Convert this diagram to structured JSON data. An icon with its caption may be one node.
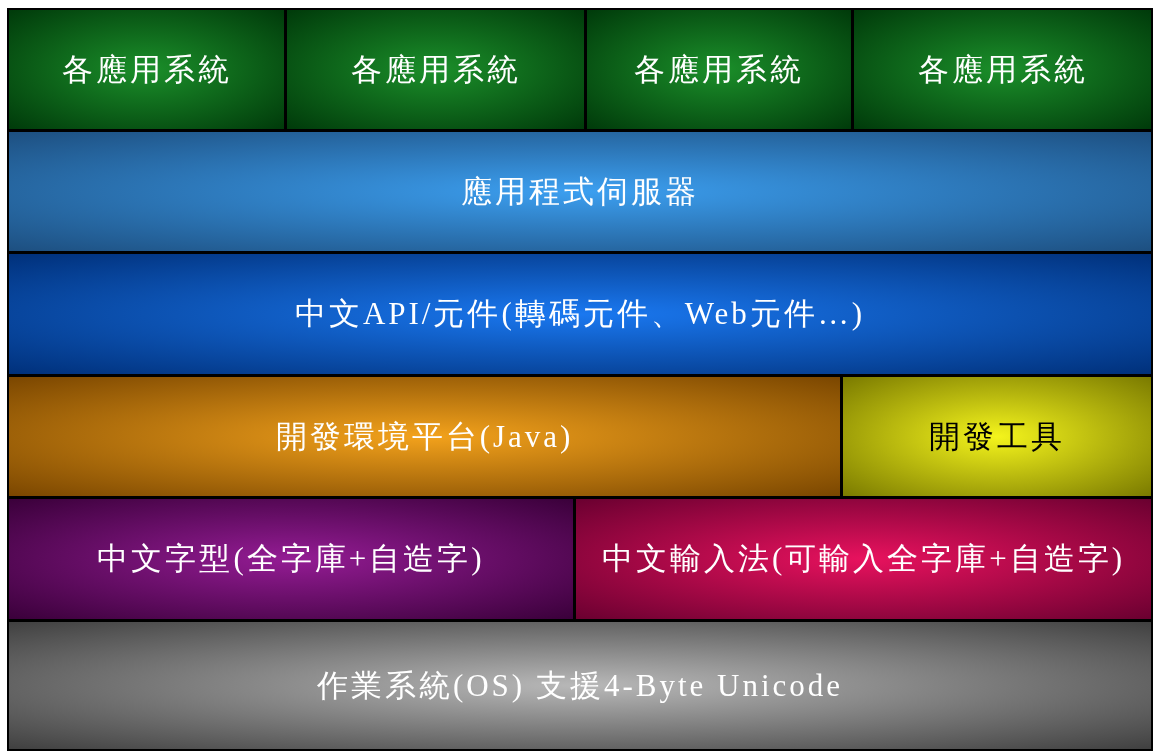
{
  "diagram": {
    "nodes": [
      {
        "text": [
          "各應用系統"
        ]
      },
      {
        "text": [
          "各應用系統"
        ]
      },
      {
        "text": [
          "各應用系統"
        ]
      },
      {
        "text": [
          "各應用系統"
        ]
      },
      {
        "text": [
          "應用程式伺服器"
        ]
      },
      {
        "text": [
          "中文API/元件(轉碼元件、Web元件…)"
        ]
      },
      {
        "text": [
          "開發環境平台(Java)"
        ]
      },
      {
        "text": [
          "開發工具"
        ]
      },
      {
        "text": [
          "中文字型(全字庫+自造字)"
        ]
      },
      {
        "text": [
          "中文輸入法(可輸入全字庫+自造字)"
        ]
      },
      {
        "text": [
          "作業系統(OS) 支援4-Byte Unicode"
        ]
      }
    ]
  }
}
